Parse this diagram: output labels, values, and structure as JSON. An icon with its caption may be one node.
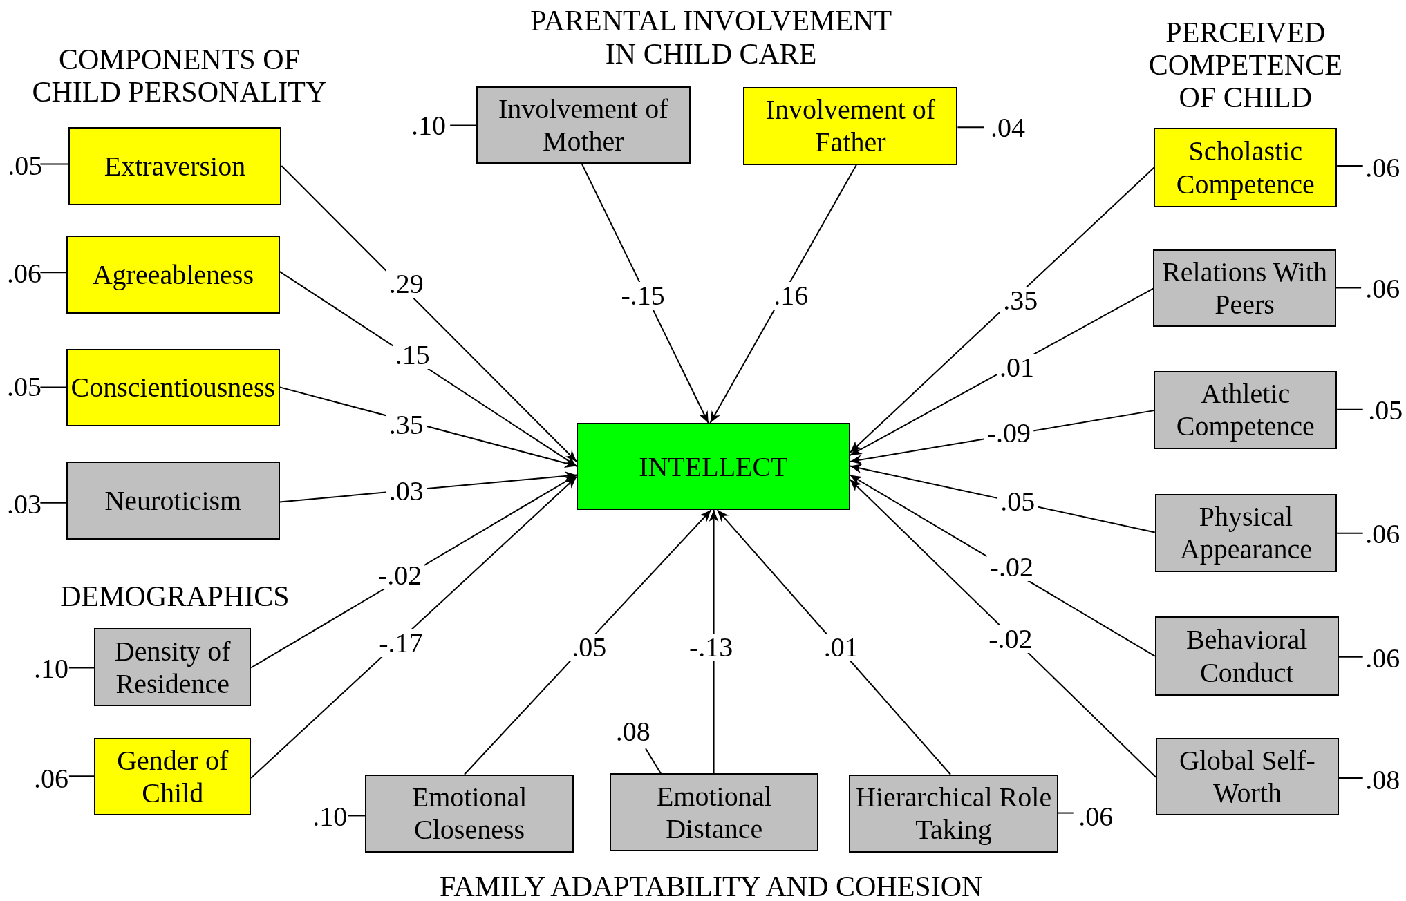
{
  "diagram": {
    "nodes": [
      {
        "text": [
          "Extraversion"
        ],
        "beside": [
          ".05"
        ]
      },
      {
        "text": [
          "Agreeableness"
        ],
        "beside": [
          ".06"
        ]
      },
      {
        "text": [
          "Conscientiousness"
        ],
        "beside": [
          ".05"
        ]
      },
      {
        "text": [
          "Neuroticism"
        ],
        "beside": [
          ".03"
        ]
      },
      {
        "text": [
          "Density of Residence"
        ],
        "beside": [
          ".10"
        ]
      },
      {
        "text": [
          "Gender of Child"
        ],
        "beside": [
          ".06"
        ]
      },
      {
        "text": [
          "Involvement of Mother"
        ],
        "beside": [
          ".10"
        ]
      },
      {
        "text": [
          "Involvement of Father"
        ],
        "beside": [
          ".04"
        ]
      },
      {
        "text": [
          "Scholastic Competence"
        ],
        "beside": [
          ".06"
        ]
      },
      {
        "text": [
          "Relations With Peers"
        ],
        "beside": [
          ".06"
        ]
      },
      {
        "text": [
          "Athletic Competence"
        ],
        "beside": [
          ".05"
        ]
      },
      {
        "text": [
          "Physical Appearance"
        ],
        "beside": [
          ".06"
        ]
      },
      {
        "text": [
          "Behavioral Conduct"
        ],
        "beside": [
          ".06"
        ]
      },
      {
        "text": [
          "Global Self-Worth"
        ],
        "beside": [
          ".08"
        ]
      },
      {
        "text": [
          "INTELLECT"
        ]
      },
      {
        "text": [
          "Emotional Closeness"
        ],
        "beside": [
          ".10"
        ]
      },
      {
        "text": [
          "Emotional Distance"
        ],
        "beside": [
          ".08"
        ]
      },
      {
        "text": [
          "Hierarchical Role Taking"
        ],
        "beside": [
          ".06"
        ]
      }
    ],
    "edges": [
      {
        "from": 0,
        "to": 14,
        "arrow": "to",
        "label": ".29"
      },
      {
        "from": 1,
        "to": 14,
        "arrow": "to",
        "label": ".15"
      },
      {
        "from": 2,
        "to": 14,
        "arrow": "to",
        "label": ".35"
      },
      {
        "from": 3,
        "to": 14,
        "arrow": "to",
        "label": ".03"
      },
      {
        "from": 4,
        "to": 14,
        "arrow": "to",
        "label": "-.02"
      },
      {
        "from": 5,
        "to": 14,
        "arrow": "to",
        "label": "-.17"
      },
      {
        "from": 6,
        "to": 14,
        "arrow": "to",
        "label": "-.15"
      },
      {
        "from": 7,
        "to": 14,
        "arrow": "to",
        "label": ".16"
      },
      {
        "from": 8,
        "to": 14,
        "arrow": "to",
        "label": ".35"
      },
      {
        "from": 9,
        "to": 14,
        "arrow": "to",
        "label": ".01"
      },
      {
        "from": 10,
        "to": 14,
        "arrow": "to",
        "label": "-.09"
      },
      {
        "from": 11,
        "to": 14,
        "arrow": "to",
        "label": ".05"
      },
      {
        "from": 12,
        "to": 14,
        "arrow": "to",
        "label": "-.02"
      },
      {
        "from": 13,
        "to": 14,
        "arrow": "to",
        "label": "-.02"
      },
      {
        "from": 15,
        "to": 14,
        "arrow": "to",
        "label": ".05"
      },
      {
        "from": 16,
        "to": 14,
        "arrow": "to",
        "label": "-.13"
      },
      {
        "from": 17,
        "to": 14,
        "arrow": "to",
        "label": ".01"
      }
    ],
    "labels": [
      "PARENTAL INVOLVEMENT IN CHILD CARE",
      "COMPONENTS OF CHILD PERSONALITY",
      "PERCEIVED COMPETENCE OF CHILD",
      "DEMOGRAPHICS",
      "FAMILY ADAPTABILITY AND COHESION"
    ]
  }
}
